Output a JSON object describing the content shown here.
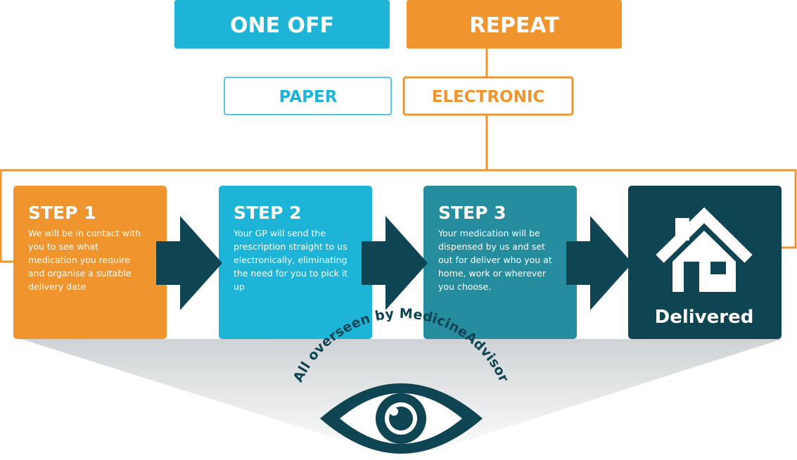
{
  "top_options": {
    "one_off": "ONE OFF",
    "repeat": "REPEAT"
  },
  "prescription_types": {
    "paper": "PAPER",
    "electronic": "ELECTRONIC"
  },
  "steps": [
    {
      "title": "STEP 1",
      "lines": [
        "We will be in contact with",
        "you to see what",
        "medication you require",
        "and organise a suitable",
        "delivery date"
      ]
    },
    {
      "title": "STEP 2",
      "lines": [
        "Your GP will send the",
        "prescription straight to us",
        "electronically, eliminating",
        "the need for you to pick it",
        "up"
      ]
    },
    {
      "title": "STEP 3",
      "lines": [
        "Your medication will be",
        "dispensed by us and set",
        "out for deliver who you at",
        "home, work or wherever",
        "you choose."
      ]
    }
  ],
  "delivered_label": "Delivered",
  "oversight_text": "All overseen by MedicineAdvisor",
  "icons": {
    "arrow": "arrow-right-icon",
    "house": "house-icon",
    "eye": "eye-icon"
  },
  "colors": {
    "cyan": "#1EB4D8",
    "orange": "#F0952E",
    "teal": "#258D9E",
    "dark_teal": "#0F4553",
    "text_dark": "#0F4553"
  }
}
